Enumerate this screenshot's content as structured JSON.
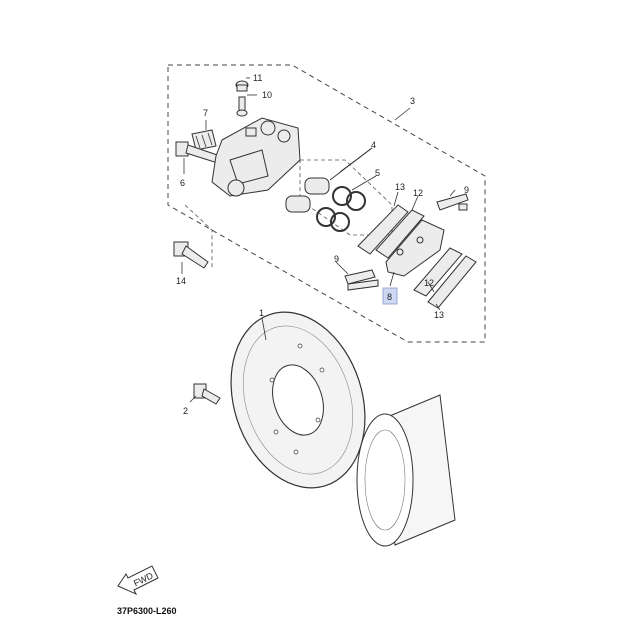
{
  "diagram": {
    "code": "37P6300-L260",
    "fwd_label": "FWD",
    "callouts": {
      "c1": "1",
      "c2": "2",
      "c3": "3",
      "c4": "4",
      "c5": "5",
      "c6": "6",
      "c7": "7",
      "c8": "8",
      "c9a": "9",
      "c9b": "9",
      "c10": "10",
      "c11": "11",
      "c12a": "12",
      "c12b": "12",
      "c13a": "13",
      "c13b": "13",
      "c14": "14"
    },
    "highlight_color": "#cfd8f2"
  }
}
